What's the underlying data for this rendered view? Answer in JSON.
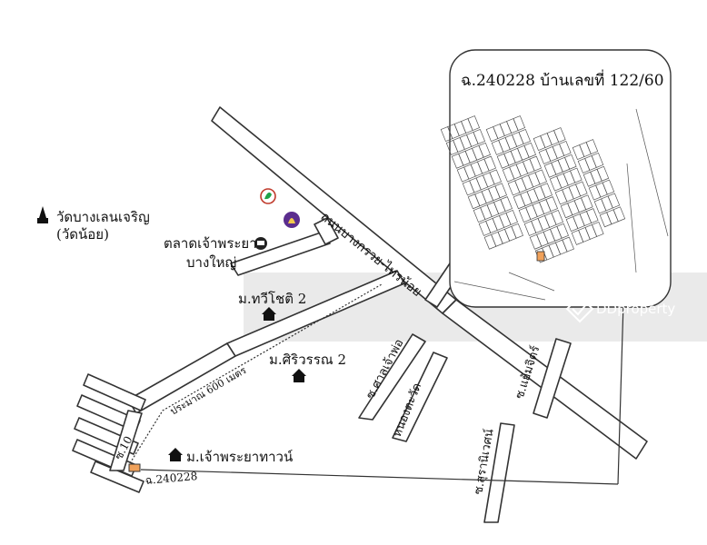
{
  "inset_title": "ฉ.240228  บ้านเลขที่ 122/60",
  "landmarks": {
    "temple_line1": "วัดบางเลนเจริญ",
    "temple_line2": "(วัดน้อย)",
    "market_line1": "ตลาดเจ้าพระยา",
    "market_line2": "บางใหญ่",
    "village_tawee": "ม.ทวีโชติ 2",
    "village_siriwan": "ม.ศิริวรรณ 2",
    "village_chaophraya": "ม.เจ้าพระยาทาวน์"
  },
  "roads": {
    "main_road": "ถนนบางกรวย-ไทรน้อย",
    "soi_sala": "ซ.ศาลเจ้าพ่อ",
    "soi_nongwat": "หนองตะวัด",
    "soi_suran": "ซ.สุรานิเวศน์",
    "soi_ekam": "ซ.แย้มจิตร์",
    "soi_10": "ซ.10"
  },
  "distance_note": "ประมาณ 600 เมตร",
  "plot_code": "ฉ.240228",
  "watermark": "DDproperty",
  "colors": {
    "plot": "#f0a15a",
    "road_stroke": "#333333",
    "kbank": "#1fa24a",
    "scb": "#5b2d8e"
  }
}
